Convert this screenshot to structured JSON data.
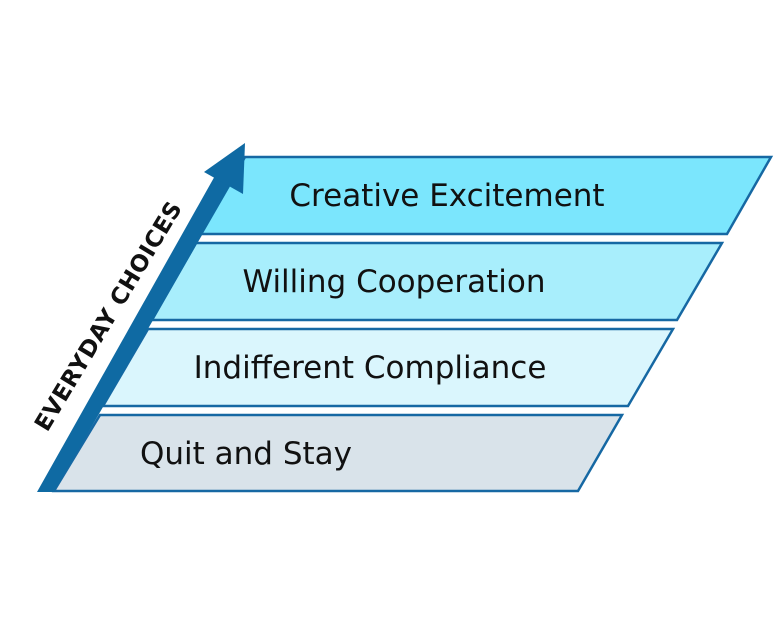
{
  "diagram": {
    "axis_label": "EVERYDAY CHOICES",
    "levels": [
      {
        "label": "Creative Excitement",
        "color": "#7be6fd"
      },
      {
        "label": "Willing Cooperation",
        "color": "#a8eefc"
      },
      {
        "label": "Indifferent Compliance",
        "color": "#daf6fd"
      },
      {
        "label": "Quit and Stay",
        "color": "#d9e3ea"
      }
    ],
    "border_color": "#1668a3",
    "arrow_color": "#0f6aa3"
  }
}
